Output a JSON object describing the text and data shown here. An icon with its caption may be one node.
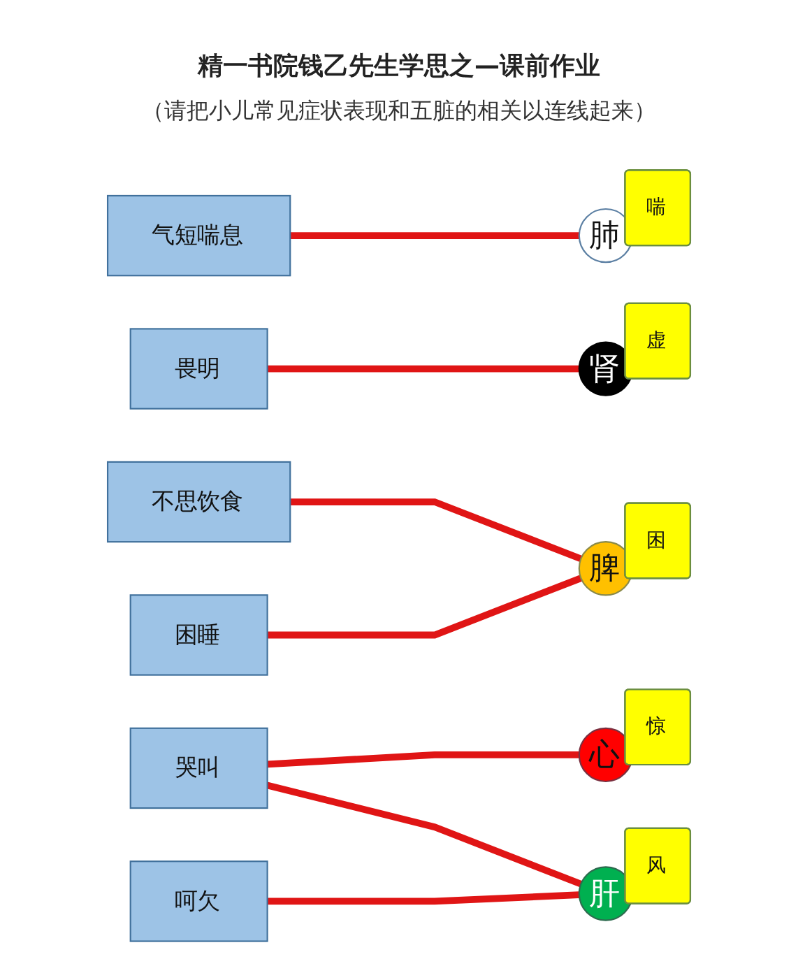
{
  "diagram": {
    "title": "精一书院钱乙先生学思之—课前作业",
    "nodes": [
      {
        "text": [
          "气短喘息"
        ]
      },
      {
        "text": [
          "畏明"
        ]
      },
      {
        "text": [
          "不思饮食"
        ]
      },
      {
        "text": [
          "哭叫"
        ]
      },
      {
        "text": [
          "困睡"
        ]
      },
      {
        "text": [
          "呵欠"
        ]
      },
      {
        "text": [
          "心"
        ]
      },
      {
        "text": [
          "惊"
        ]
      },
      {
        "text": [
          "肝"
        ]
      },
      {
        "text": [
          "风"
        ]
      },
      {
        "text": [
          "脾"
        ]
      },
      {
        "text": [
          "困"
        ]
      },
      {
        "text": [
          "肺"
        ]
      },
      {
        "text": [
          "喘"
        ]
      },
      {
        "text": [
          "肾"
        ]
      },
      {
        "text": [
          "虚"
        ]
      }
    ],
    "edges": [
      {
        "from": 0,
        "to": 12,
        "arrow": "none"
      },
      {
        "from": 1,
        "to": 14,
        "arrow": "none"
      },
      {
        "from": 2,
        "to": 10,
        "arrow": "none"
      },
      {
        "from": 3,
        "to": 6,
        "arrow": "none"
      },
      {
        "from": 3,
        "to": 8,
        "arrow": "none"
      },
      {
        "from": 4,
        "to": 10,
        "arrow": "none"
      },
      {
        "from": 5,
        "to": 8,
        "arrow": "none"
      }
    ],
    "labels": [
      "（请把小儿常见症状表现和五脏的相关以连线起来）"
    ]
  }
}
